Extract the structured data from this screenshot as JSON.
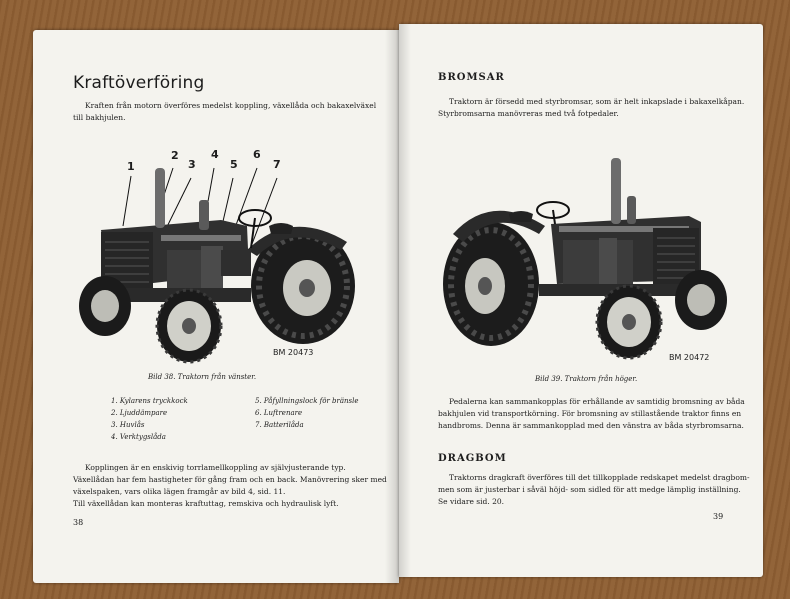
{
  "left_page": {
    "title": "Kraftöverföring",
    "intro": [
      "Kraften från motorn överföres medelst koppling, växellåda och bakaxelväxel",
      "till bakhjulen."
    ],
    "callouts": [
      "1",
      "2",
      "3",
      "4",
      "5",
      "6",
      "7"
    ],
    "figure_code": "BM 20473",
    "caption": "Bild 38. Traktorn från vänster.",
    "legend": [
      "1. Kylarens tryckkock",
      "2. Ljuddämpare",
      "3. Huvlås",
      "4. Verktygslåda",
      "5. Påfyllningslock för bränsle",
      "6. Luftrenare",
      "7. Batterilåda"
    ],
    "paragraph": [
      "Kopplingen är en enskivig torrlamellkoppling av självjusterande typ.",
      "Växellådan har fem hastigheter för gång fram och en back. Manövrering sker med",
      "växelspaken, vars olika lägen framgår av bild 4, sid. 11.",
      "Till växellådan kan monteras kraftuttag, remskiva och hydraulisk lyft."
    ],
    "page_number": "38"
  },
  "right_page": {
    "section1_title": "BROMSAR",
    "section1_text": [
      "Traktorn är försedd med styrbromsar, som är helt inkapslade i bakaxelkåpan.",
      "Styrbromsarna manövreras med två fotpedaler."
    ],
    "figure_code": "BM 20472",
    "caption": "Bild 39. Traktorn från höger.",
    "paragraph": [
      "Pedalerna kan sammankopplas för erhållande av samtidig bromsning av båda",
      "bakhjulen vid transportkörning. För bromsning av stillastående traktor finns en",
      "handbroms. Denna är sammankopplad med den vänstra av båda styrbromsarna."
    ],
    "section2_title": "DRAGBOM",
    "section2_text": [
      "Traktorns dragkraft överföres till det tillkopplade redskapet medelst dragbom-",
      "men som är justerbar i såväl höjd- som sidled för att medge lämplig inställning.",
      "Se vidare sid. 20."
    ],
    "page_number": "39"
  }
}
